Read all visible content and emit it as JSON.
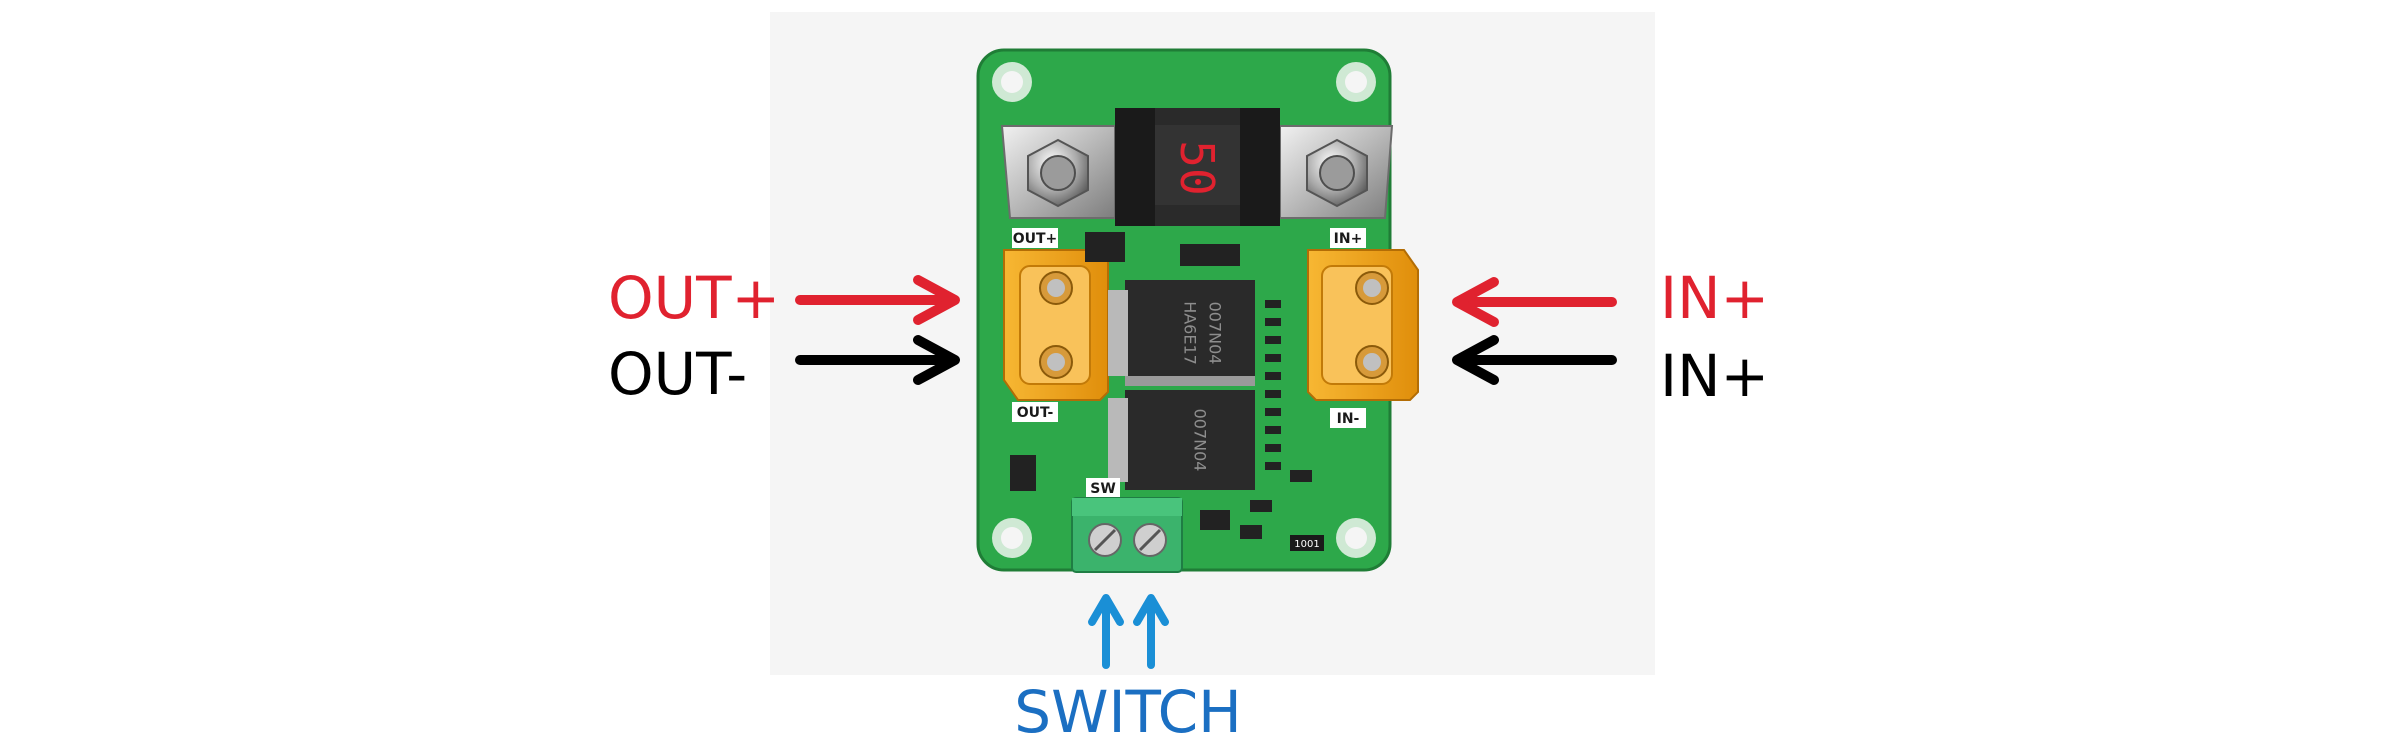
{
  "labels": {
    "out_plus": "OUT+",
    "out_minus": "OUT-",
    "in_plus_top": "IN+",
    "in_plus_bottom": "IN+",
    "switch": "SWITCH"
  },
  "board": {
    "fuse_value": "50",
    "silkscreen_out_plus": "OUT+",
    "silkscreen_out_minus": "OUT-",
    "silkscreen_in_plus": "IN+",
    "silkscreen_in_minus": "IN-",
    "silkscreen_sw": "SW",
    "mosfet_top_marking": "HA6E17",
    "mosfet_side_marking": "007N04",
    "resistor_code": "1001"
  },
  "colors": {
    "positive": "#e0222f",
    "negative": "#000000",
    "switch": "#1a8fd6",
    "switch_text": "#1b6fc2",
    "pcb": "#2da84a",
    "connector": "#f2a51a",
    "terminal": "#3bb36c"
  }
}
